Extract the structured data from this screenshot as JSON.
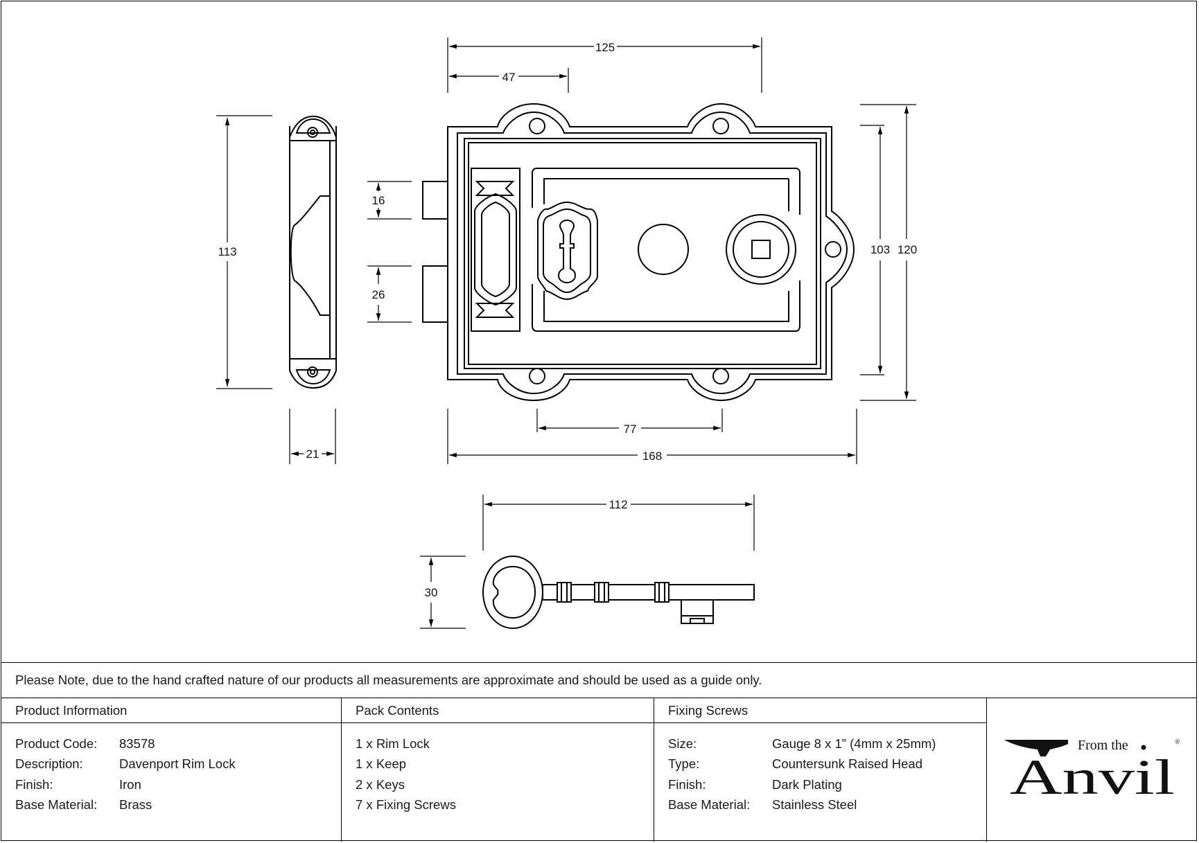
{
  "dimensions": {
    "keep_height": "113",
    "keep_width": "21",
    "case_width_top": "125",
    "screw_offset": "47",
    "bolt_upper": "16",
    "bolt_lower": "26",
    "plate_height_inner": "103",
    "plate_height_outer": "120",
    "screw_spacing": "77",
    "overall_width": "168",
    "key_length": "112",
    "key_height": "30"
  },
  "note": "Please Note, due to the hand crafted nature of our products all measurements are approximate and should be used as a guide only.",
  "product_information": {
    "heading": "Product Information",
    "rows": [
      {
        "label": "Product Code:",
        "value": "83578"
      },
      {
        "label": "Description:",
        "value": "Davenport Rim Lock"
      },
      {
        "label": "Finish:",
        "value": "Iron"
      },
      {
        "label": "Base Material:",
        "value": "Brass"
      }
    ]
  },
  "pack_contents": {
    "heading": "Pack Contents",
    "items": [
      "1 x Rim Lock",
      "1 x Keep",
      "2 x Keys",
      "7 x Fixing Screws"
    ]
  },
  "fixing_screws": {
    "heading": "Fixing Screws",
    "rows": [
      {
        "label": "Size:",
        "value": "Gauge 8 x 1” (4mm x 25mm)"
      },
      {
        "label": "Type:",
        "value": "Countersunk Raised Head"
      },
      {
        "label": "Finish:",
        "value": "Dark Plating"
      },
      {
        "label": "Base Material:",
        "value": "Stainless Steel"
      }
    ]
  },
  "logo": {
    "small_text": "From the",
    "big_text": "Anvil",
    "mark": "®",
    "icon": "anvil-icon"
  }
}
